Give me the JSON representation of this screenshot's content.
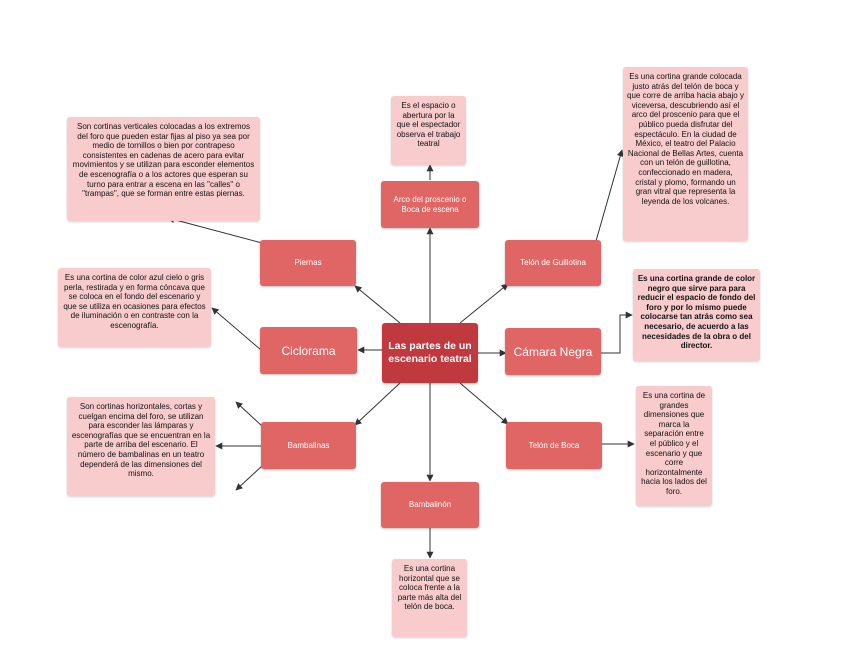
{
  "central": {
    "label": "Las partes de un escenario teatral"
  },
  "nodes": {
    "arco": "Arco del proscenio o Boca de escena",
    "guillotina": "Telón de Guillotina",
    "camara": "Cámara Negra",
    "boca": "Telón de Boca",
    "bambalinon": "Bambalinón",
    "bambalinas": "Bambalinas",
    "ciclorama": "Ciclorama",
    "piernas": "Piernas"
  },
  "notes": {
    "arco": "Es el espacio o abertura por la que el espectador observa el trabajo teatral",
    "guillotina": "Es una cortina grande colocada justo atrás del telón de boca y que corre de arriba hacia abajo y viceversa, descubriendo así el arco del proscenio para que el público pueda disfrutar del espectáculo. En la ciudad de México, el teatro del Palacio Nacional de Bellas Artes, cuenta con un telón de guillotina, confeccionado en madera, cristal y plomo, formando un gran vitral que representa la leyenda de los volcanes.",
    "camara": "Es una cortina grande de color negro que sirve para para reducir el espacio de fondo del foro y por lo mismo puede colocarse tan atrás como sea necesario, de acuerdo a las necesidades de la obra o del director.",
    "boca": "Es una cortina de grandes dimensiones que marca la separación entre el público y el escenario y que corre horizontalmente hacia los lados del foro.",
    "bambalinon": "Es una cortina horizontal que se coloca frente a la parte más alta del telón de boca.",
    "bambalinas": "Son cortinas horizontales, cortas y cuelgan encima del foro, se utilizan para esconder las lámparas y escenografías que se encuentran en la parte de arriba del escenario. El número de bambalinas en un teatro dependerá de las dimensiones del mismo.",
    "ciclorama": "Es una cortina de color azul cielo o gris perla, restirada y en forma cóncava que se coloca en el fondo del escenario y que se utiliza en ocasiones para efectos de iluminación o en contraste con la escenografía.",
    "piernas": "Son cortinas verticales colocadas a los extremos del foro que pueden estar fijas al piso ya sea por medio de tornillos o bien por contrapeso consistentes en cadenas de acero para evitar movimientos y se utilizan para esconder elementos de escenografía o a los actores que esperan su turno para entrar a escena en las \"calles\" o \"trampas\", que se forman entre estas piernas."
  },
  "colors": {
    "central": "#c0393f",
    "node": "#e06666",
    "note": "#f8cccc",
    "connector": "#333333"
  }
}
